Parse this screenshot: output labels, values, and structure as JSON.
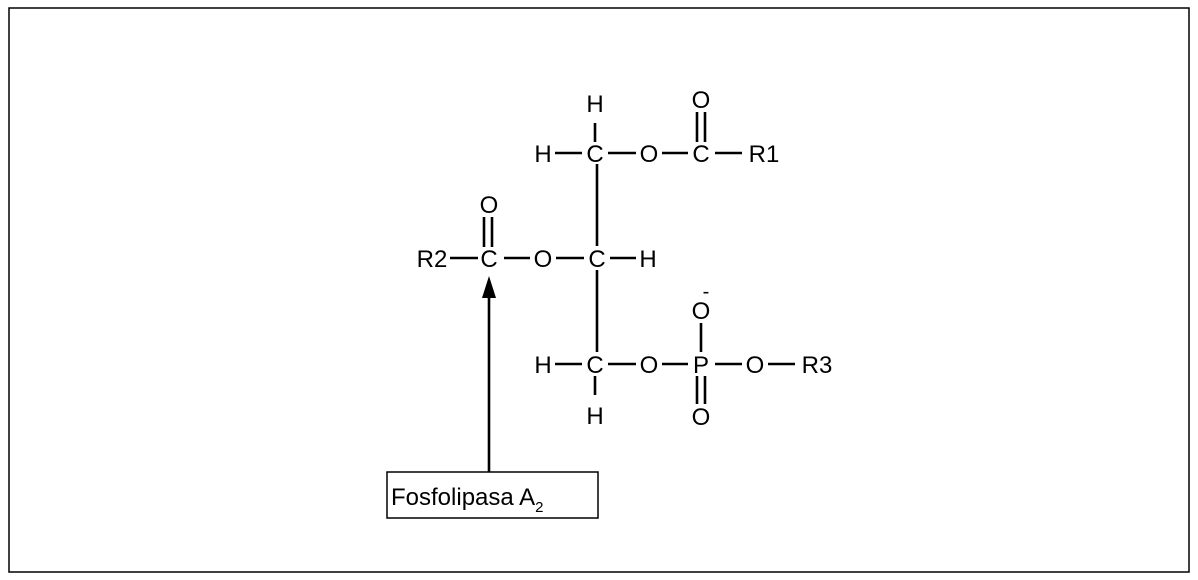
{
  "atoms": {
    "h_top": "H",
    "h_upper_left": "H",
    "c_upper": "C",
    "o_upper_ester": "O",
    "c_upper_carbonyl": "C",
    "o_upper_carbonyl": "O",
    "r1": "R1",
    "r2": "R2",
    "c_left_carbonyl": "C",
    "o_left_carbonyl": "O",
    "o_middle_ester": "O",
    "c_middle": "C",
    "h_middle_right": "H",
    "h_lower_left": "H",
    "c_lower": "C",
    "h_bottom": "H",
    "o_phosphate_link": "O",
    "p": "P",
    "o_phosphate_top": "O",
    "o_phosphate_top_charge": "-",
    "o_phosphate_bottom": "O",
    "o_phosphate_right": "O",
    "r3": "R3"
  },
  "enzyme_label": {
    "text": "Fosfolipasa A",
    "subscript": "2"
  }
}
